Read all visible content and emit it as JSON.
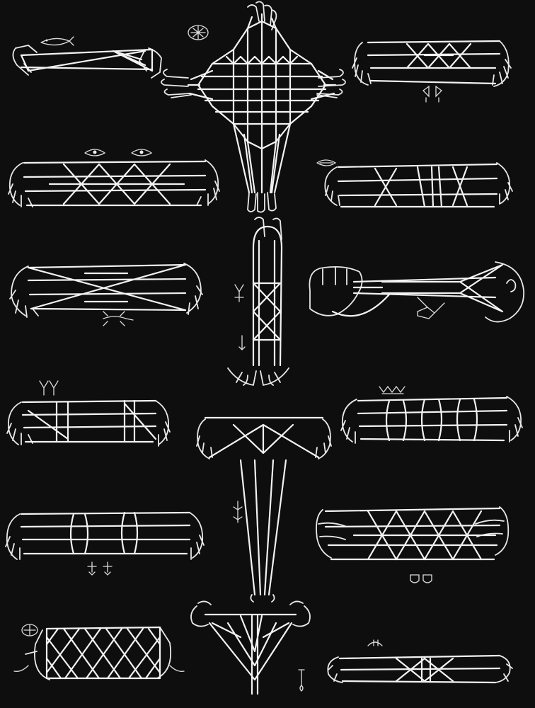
{
  "plate": {
    "background": "#0e0e0e",
    "line_color": "#f2f2f2",
    "figures": [
      {
        "id": "fig-01",
        "kind": "string-figure-between-hands",
        "icon": "fish-icon"
      },
      {
        "id": "fig-02",
        "kind": "string-figure-net-diamond",
        "icon": "turtle-icon"
      },
      {
        "id": "fig-03",
        "kind": "string-figure-between-hands",
        "icon": "bird-pair-icon"
      },
      {
        "id": "fig-04",
        "kind": "string-figure-between-hands",
        "icon": "eyes-icon"
      },
      {
        "id": "fig-05",
        "kind": "string-figure-between-hands",
        "icon": "leaf-icon"
      },
      {
        "id": "fig-06",
        "kind": "string-figure-between-hands",
        "icon": "lizard-icon"
      },
      {
        "id": "fig-07",
        "kind": "string-figure-vertical-ladder",
        "icon": "figure-icon"
      },
      {
        "id": "fig-08",
        "kind": "string-figure-fist-and-hand",
        "icon": "bird-icon"
      },
      {
        "id": "fig-09",
        "kind": "string-figure-between-hands",
        "icon": "sprout-icon"
      },
      {
        "id": "fig-10",
        "kind": "string-figure-triangle-drop",
        "icon": "lizard-icon"
      },
      {
        "id": "fig-11",
        "kind": "string-figure-between-hands",
        "icon": "wave-icon"
      },
      {
        "id": "fig-12",
        "kind": "string-figure-between-hands",
        "icon": "people-icon"
      },
      {
        "id": "fig-13",
        "kind": "string-figure-between-hands",
        "icon": "masks-icon"
      },
      {
        "id": "fig-14",
        "kind": "string-figure-net",
        "icon": "turtle-icon"
      },
      {
        "id": "fig-15",
        "kind": "string-figure-triangle",
        "icon": "spoon-icon"
      },
      {
        "id": "fig-16",
        "kind": "string-figure-between-hands",
        "icon": "shells-icon"
      }
    ]
  }
}
